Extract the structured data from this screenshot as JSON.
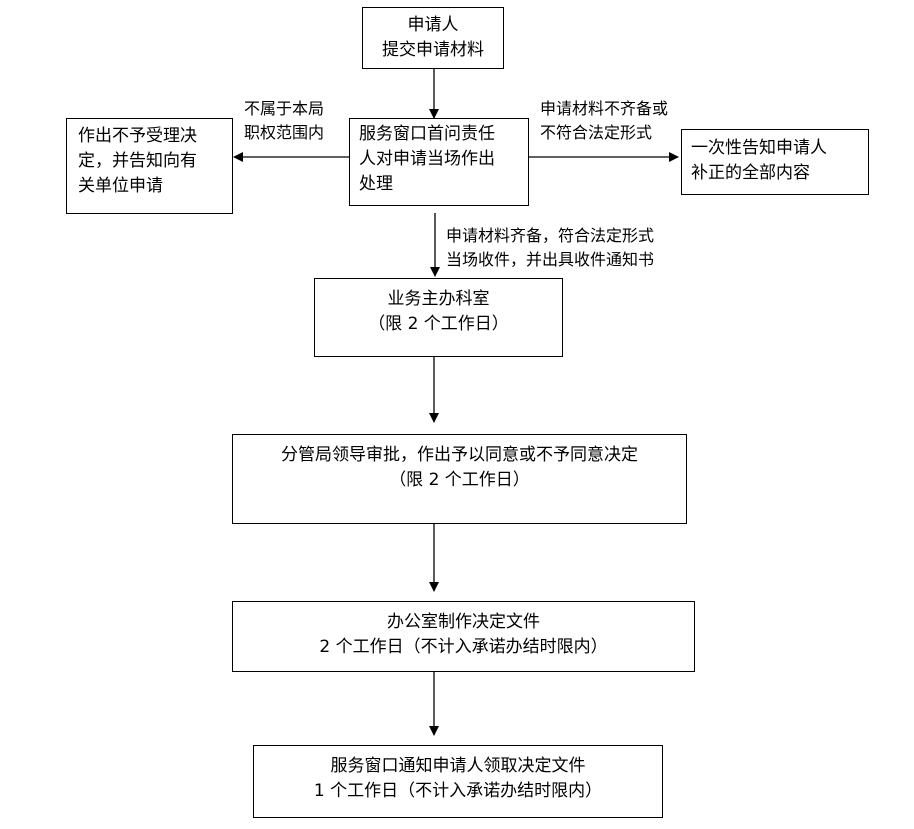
{
  "nodes": {
    "applicant": [
      "申请人",
      "提交申请材料"
    ],
    "window": [
      "服务窗口首问责任",
      "人对申请当场作出",
      "处理"
    ],
    "reject": [
      "作出不予受理决",
      "定，并告知向有",
      "关单位申请"
    ],
    "notify": [
      "一次性告知申请人",
      "补正的全部内容"
    ],
    "office": [
      "业务主办科室",
      "（限 2 个工作日）"
    ],
    "review": [
      "分管局领导审批，作出予以同意或不予同意决定",
      "（限 2 个工作日）"
    ],
    "document": [
      "办公室制作决定文件",
      "2 个工作日（不计入承诺办结时限内）"
    ],
    "final": [
      "服务窗口通知申请人领取决定文件",
      "1 个工作日（不计入承诺办结时限内）"
    ]
  },
  "edge_labels": {
    "not_in_scope": [
      "不属于本局",
      "职权范围内"
    ],
    "incomplete": [
      "申请材料不齐备或",
      "不符合法定形式"
    ],
    "complete": [
      "申请材料齐备，符合法定形式",
      "当场收件，并出具收件通知书"
    ]
  }
}
